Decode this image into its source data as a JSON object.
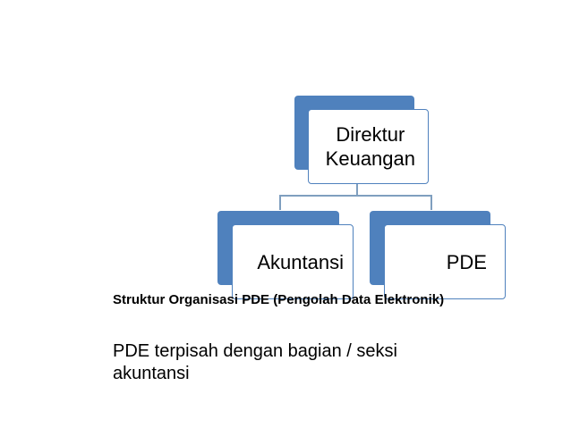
{
  "diagram": {
    "nodes": {
      "root": {
        "label_line1": "Direktur",
        "label_line2": "Keuangan"
      },
      "left": {
        "label": "Akuntansi"
      },
      "right": {
        "label": "PDE"
      }
    },
    "colors": {
      "accent": "#4f81bd",
      "connector": "#7f9fbf",
      "text": "#000000"
    }
  },
  "slide": {
    "caption": "Struktur Organisasi PDE (Pengolah Data Elektronik)",
    "body": "PDE terpisah dengan bagian / seksi akuntansi"
  }
}
